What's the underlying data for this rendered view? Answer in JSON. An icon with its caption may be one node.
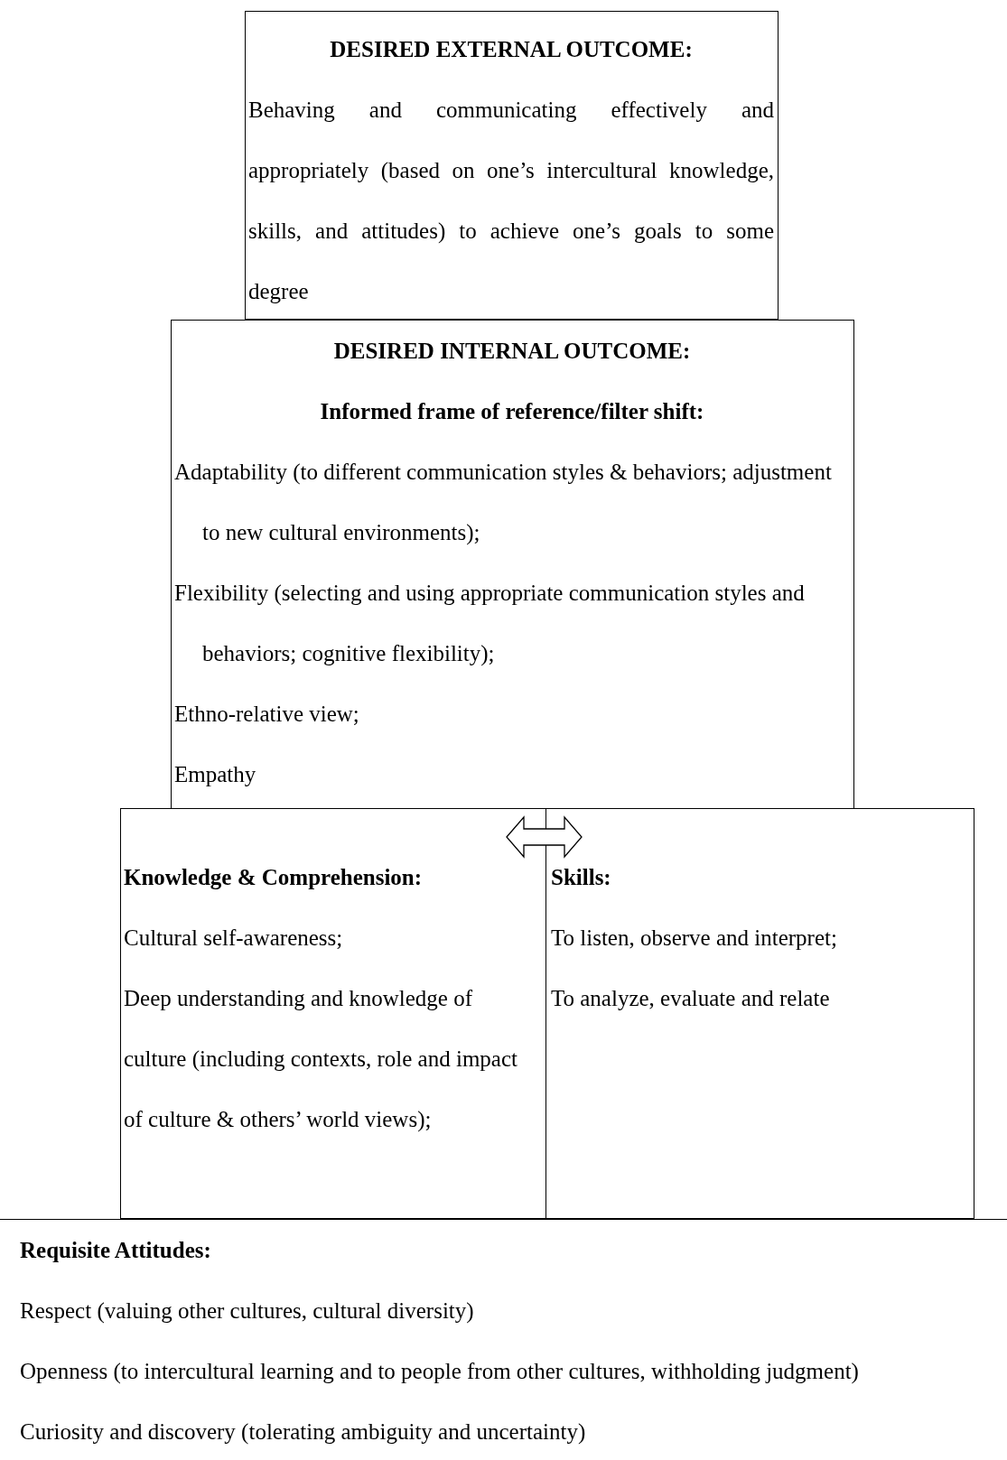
{
  "diagram": {
    "nodes": [
      {
        "text": [
          "DESIRED EXTERNAL OUTCOME:",
          "Behaving and communicating effectively and appropriately (based on one’s intercultural knowledge, skills, and attitudes) to achieve one’s goals to some degree"
        ]
      },
      {
        "text": [
          "DESIRED INTERNAL OUTCOME:",
          "Informed frame of reference/filter shift:",
          "Adaptability (to different communication styles & behaviors; adjustment to new cultural environments);",
          "Flexibility (selecting and using appropriate communication styles and behaviors; cognitive flexibility);",
          "Ethno-relative view;",
          "Empathy"
        ]
      },
      {
        "text": [
          "Knowledge & Comprehension:",
          "Cultural self-awareness;",
          "Deep understanding and knowledge of culture (including contexts, role and impact of culture & others’ world views);"
        ]
      },
      {
        "text": [
          "Skills:",
          "To listen, observe and interpret;",
          "To analyze, evaluate and relate"
        ]
      },
      {
        "text": [
          "Requisite Attitudes:",
          "Respect (valuing other cultures, cultural diversity)",
          "Openness (to intercultural learning and to people from other cultures, withholding judgment)",
          "Curiosity and discovery (tolerating ambiguity and uncertainty)"
        ]
      }
    ],
    "edges": [
      {
        "from": 2,
        "to": 3,
        "arrow": "both"
      }
    ]
  }
}
